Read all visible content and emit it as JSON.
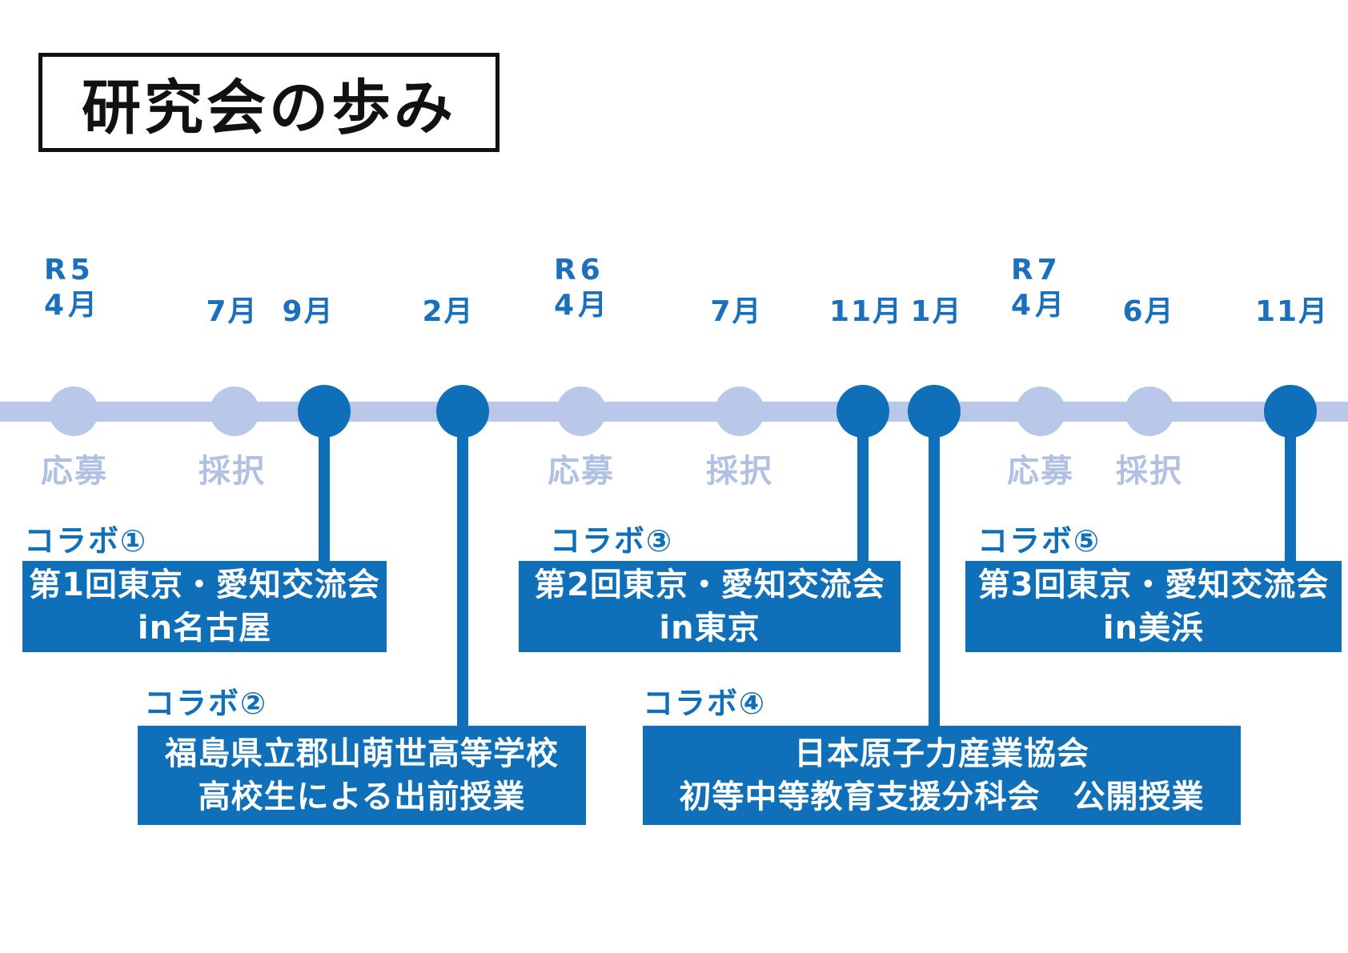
{
  "title": "研究会の歩み",
  "colors": {
    "accent_blue": "#0f6fb8",
    "light_blue": "#b9c8e8",
    "month_text_blue": "#1a70bc",
    "status_text_blue": "#b1c1e4"
  },
  "timeline": {
    "ticks": [
      {
        "year": "R5",
        "month": "4月",
        "status": "応募"
      },
      {
        "month": "7月",
        "status": "採択"
      },
      {
        "month": "9月"
      },
      {
        "month": "2月"
      },
      {
        "year": "R6",
        "month": "4月",
        "status": "応募"
      },
      {
        "month": "7月",
        "status": "採択"
      },
      {
        "month": "11月"
      },
      {
        "month": "1月"
      },
      {
        "year": "R7",
        "month": "4月",
        "status": "応募"
      },
      {
        "month": "6月",
        "status": "採択"
      },
      {
        "month": "11月"
      }
    ]
  },
  "events": [
    {
      "tag": "コラボ①",
      "line1": "第1回東京・愛知交流会",
      "line2": "in名古屋"
    },
    {
      "tag": "コラボ②",
      "line1": "福島県立郡山萌世高等学校",
      "line2": "高校生による出前授業"
    },
    {
      "tag": "コラボ③",
      "line1": "第2回東京・愛知交流会",
      "line2": "in東京"
    },
    {
      "tag": "コラボ④",
      "line1": "日本原子力産業協会",
      "line2": "初等中等教育支援分科会　公開授業"
    },
    {
      "tag": "コラボ⑤",
      "line1": "第3回東京・愛知交流会",
      "line2": "in美浜"
    }
  ]
}
